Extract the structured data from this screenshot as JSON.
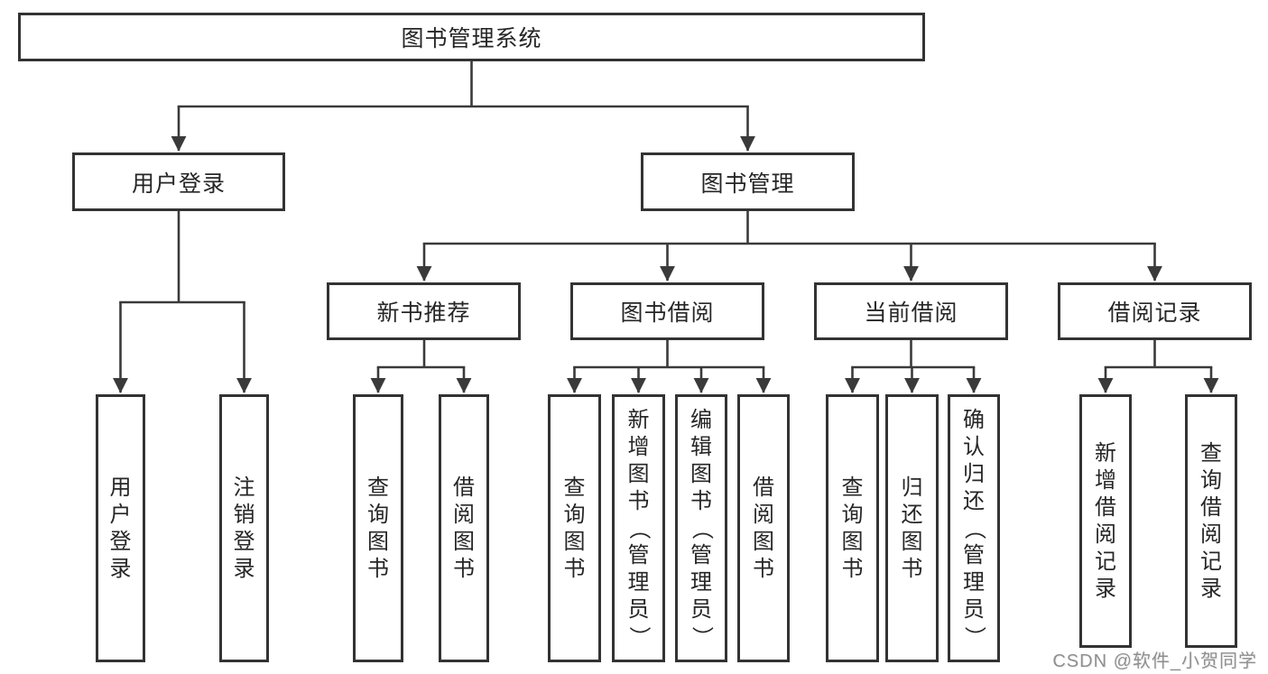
{
  "tree": {
    "root": {
      "label": "图书管理系统"
    },
    "branches": [
      {
        "label": "用户登录",
        "children": [
          {
            "label": "用户登录"
          },
          {
            "label": "注销登录"
          }
        ]
      },
      {
        "label": "图书管理",
        "children": [
          {
            "label": "新书推荐",
            "children": [
              {
                "label": "查询图书"
              },
              {
                "label": "借阅图书"
              }
            ]
          },
          {
            "label": "图书借阅",
            "children": [
              {
                "label": "查询图书"
              },
              {
                "label": "新增图书（管理员）"
              },
              {
                "label": "编辑图书（管理员）"
              },
              {
                "label": "借阅图书"
              }
            ]
          },
          {
            "label": "当前借阅",
            "children": [
              {
                "label": "查询图书"
              },
              {
                "label": "归还图书"
              },
              {
                "label": "确认归还（管理员）"
              }
            ]
          },
          {
            "label": "借阅记录",
            "children": [
              {
                "label": "新增借阅记录"
              },
              {
                "label": "查询借阅记录"
              }
            ]
          }
        ]
      }
    ]
  },
  "watermark": {
    "text": "CSDN @软件_小贺同学"
  },
  "colors": {
    "line": "#3a3a3a",
    "box_border": "#333333",
    "text": "#262626",
    "watermark": "#8f8f8f",
    "background": "#ffffff"
  }
}
